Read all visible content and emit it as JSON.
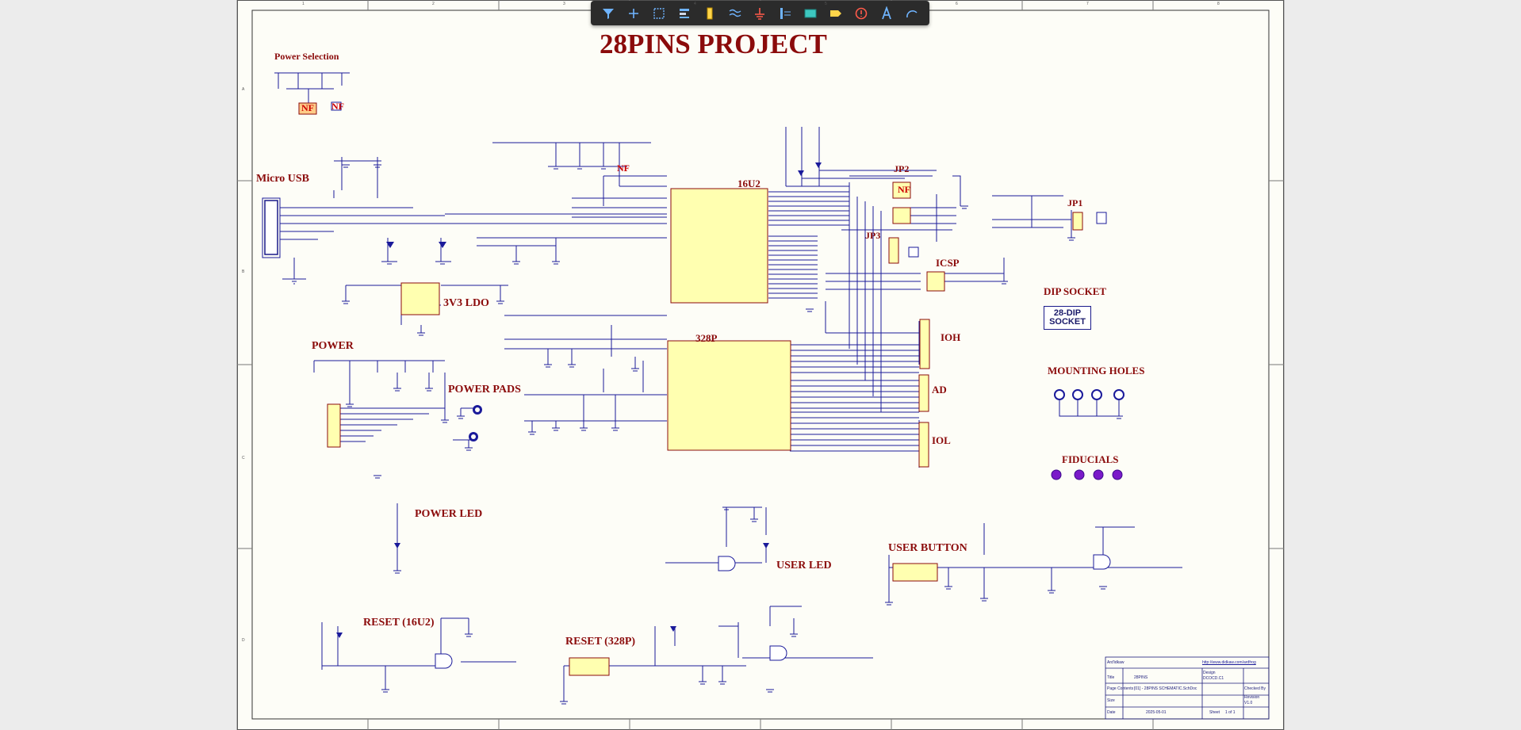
{
  "toolbar": {
    "tools": [
      {
        "name": "filter-icon"
      },
      {
        "name": "add-icon"
      },
      {
        "name": "select-rect-icon"
      },
      {
        "name": "align-icon"
      },
      {
        "name": "component-icon"
      },
      {
        "name": "wire-icon"
      },
      {
        "name": "power-port-icon"
      },
      {
        "name": "bus-icon"
      },
      {
        "name": "sheet-symbol-icon"
      },
      {
        "name": "net-label-icon"
      },
      {
        "name": "no-erc-icon"
      },
      {
        "name": "text-icon"
      },
      {
        "name": "arc-icon"
      }
    ]
  },
  "colors": {
    "accent": "#8b0b0b",
    "wire": "#1a1a9a",
    "component_fill": "#ffffb0",
    "not_fitted": "#cc0000",
    "sheet": "#fdfdf7",
    "toolbar": "#2b2b2b"
  },
  "schematic": {
    "title": "28PINS PROJECT",
    "sections": {
      "power_selection": "Power Selection",
      "micro_usb": "Micro USB",
      "ldo": "3V3 LDO",
      "power": "POWER",
      "power_pads": "POWER PADS",
      "power_led": "POWER LED",
      "reset_16u2": "RESET (16U2)",
      "reset_328p": "RESET (328P)",
      "user_led": "USER LED",
      "user_button": "USER BUTTON",
      "dip_socket": "DIP SOCKET",
      "mounting_holes": "MOUNTING HOLES",
      "fiducials": "FIDUCIALS",
      "icsp": "ICSP",
      "ioh": "IOH",
      "ad": "AD",
      "iol": "IOL"
    },
    "components": {
      "u_16u2": "16U2",
      "u_328p": "328P",
      "jp2": "JP2",
      "jp1": "JP1",
      "jp3": "JP3"
    },
    "nf_marks": [
      "NF",
      "NF",
      "NF",
      "NF"
    ],
    "socket_text": "28-DIP SOCKET",
    "column_markers": [
      "1",
      "2",
      "3",
      "4",
      "5",
      "6",
      "7",
      "8"
    ],
    "row_markers": [
      "A",
      "B",
      "C",
      "D"
    ]
  },
  "title_block": {
    "company": "Ard'idkaw",
    "url": "http://www.didkaw.com/ardfrog",
    "title_label": "Title",
    "title_value": "28PINS",
    "page_contents_label": "Page Contents",
    "page_contents_value": "[01] - 28PINS SCHEMATIC.SchDoc",
    "size_label": "Size",
    "design_label": "Design",
    "design_value": "DCOCD.C1",
    "checked_label": "Checked By",
    "date_label": "Date",
    "date_value": "2025-05-01",
    "sheet_label": "Sheet",
    "sheet_value": "1 of 1",
    "revision_label": "Revision",
    "revision_value": "V1.0"
  }
}
